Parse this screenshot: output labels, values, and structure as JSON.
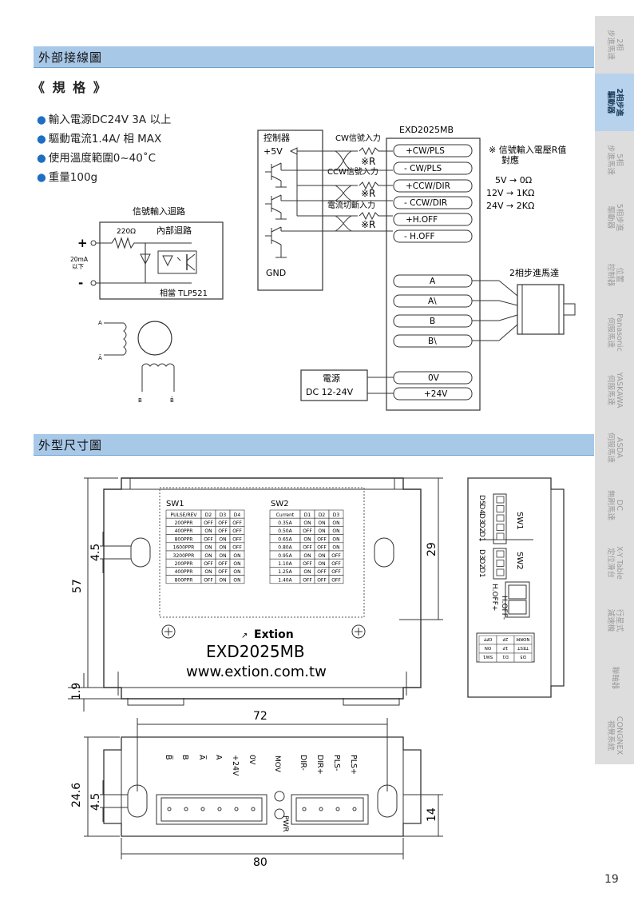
{
  "sidebar": {
    "tabs": [
      {
        "label": "2相\n步進馬達"
      },
      {
        "label": "2相步進\n驅動器"
      },
      {
        "label": "5相\n步進馬達"
      },
      {
        "label": "5相步進\n驅動器"
      },
      {
        "label": "位置\n控制器"
      },
      {
        "label": "Panasonic\n伺服馬達"
      },
      {
        "label": "YASKAWA\n伺服馬達"
      },
      {
        "label": "ASDA\n伺服馬達"
      },
      {
        "label": "DC\n無刷馬達"
      },
      {
        "label": "X-Y Table\n定位滑台"
      },
      {
        "label": "行星式\n減速機"
      },
      {
        "label": "聯軸器"
      },
      {
        "label": "CONGNEX\n視覺系統"
      }
    ]
  },
  "section1": {
    "title": "外部接線圖"
  },
  "specs": {
    "heading": "《 規 格 》",
    "items": [
      "輸入電源DC24V 3A 以上",
      "驅動電流1.4A/ 相 MAX",
      "使用溫度範圍0~40˚C",
      "重量100g"
    ]
  },
  "input_circuit": {
    "title": "信號輸入迴路",
    "resistor": "220Ω",
    "internal": "內部迴路",
    "current": "20mA",
    "current_sub": "以下",
    "plus": "+",
    "minus": "-",
    "equiv": "相當 TLP521"
  },
  "motor_symbol": {
    "a": "A",
    "abar": "Ā",
    "b": "B",
    "bbar": "B̄"
  },
  "wiring": {
    "controller": "控制器",
    "v5": "+5V",
    "gnd": "GND",
    "cw_in": "CW信號入力",
    "ccw_in": "CCW信號入力",
    "off_in": "電流切斷入力",
    "r_mark": "※R",
    "model": "EXD2025MB",
    "terminals": [
      "+CW/PLS",
      "- CW/PLS",
      "+CCW/DIR",
      "- CCW/DIR",
      "+H.OFF",
      "- H.OFF"
    ],
    "note1": "※ 信號輸入電壓R值",
    "note2": "對應",
    "r_values": [
      "5V → 0Ω",
      "12V → 1KΩ",
      "24V → 2KΩ"
    ],
    "motor_title": "2相步進馬達",
    "motor_terms": [
      "A",
      "A\\",
      "B",
      "B\\"
    ],
    "power_title": "電源",
    "power_sub": "DC 12-24V",
    "power_terms": [
      "0V",
      "+24V"
    ]
  },
  "section2": {
    "title": "外型尺寸圖"
  },
  "dims": {
    "front": {
      "sw1_title": "SW1",
      "sw1_header": [
        "PULSE/REV",
        "D2",
        "D3",
        "D4"
      ],
      "sw1_rows": [
        [
          "200PPR",
          "OFF",
          "OFF",
          "OFF"
        ],
        [
          "400PPR",
          "ON",
          "OFF",
          "OFF"
        ],
        [
          "800PPR",
          "OFF",
          "ON",
          "OFF"
        ],
        [
          "1600PPR",
          "ON",
          "ON",
          "OFF"
        ],
        [
          "3200PPR",
          "ON",
          "ON",
          "ON"
        ],
        [
          "200PPR",
          "OFF",
          "OFF",
          "ON"
        ],
        [
          "400PPR",
          "ON",
          "OFF",
          "ON"
        ],
        [
          "800PPR",
          "OFF",
          "ON",
          "ON"
        ]
      ],
      "sw2_title": "SW2",
      "sw2_header": [
        "Current",
        "D1",
        "D2",
        "D3"
      ],
      "sw2_rows": [
        [
          "0.35A",
          "ON",
          "ON",
          "ON"
        ],
        [
          "0.50A",
          "OFF",
          "ON",
          "ON"
        ],
        [
          "0.65A",
          "ON",
          "OFF",
          "ON"
        ],
        [
          "0.80A",
          "OFF",
          "OFF",
          "ON"
        ],
        [
          "0.95A",
          "ON",
          "ON",
          "OFF"
        ],
        [
          "1.10A",
          "OFF",
          "ON",
          "OFF"
        ],
        [
          "1.25A",
          "ON",
          "OFF",
          "OFF"
        ],
        [
          "1.40A",
          "OFF",
          "OFF",
          "OFF"
        ]
      ],
      "brand": "Extion",
      "model": "EXD2025MB",
      "url": "www.extion.com.tw",
      "d57": "57",
      "d45": "4.5",
      "d29": "29",
      "d19": "1.9"
    },
    "side": {
      "sw1": "SW1",
      "sw2": "SW2",
      "sw1_bits": [
        "D5",
        "D4",
        "D3",
        "D2",
        "D1"
      ],
      "sw2_bits": [
        "D3",
        "D2",
        "D1"
      ],
      "hoff_plus": "H.OFF+",
      "hoff_minus": "H.OFF-",
      "legend": [
        [
          "OFF",
          "2P",
          "NORM"
        ],
        [
          "ON",
          "1P",
          "TEST"
        ],
        [
          "SW1",
          "D1",
          "D5"
        ]
      ]
    },
    "bottom": {
      "d72": "72",
      "d80": "80",
      "d246": "24.6",
      "d45": "4.5",
      "d14": "14",
      "left_pins": [
        "B̅",
        "B",
        "A̅",
        "A",
        "+24V",
        "0V"
      ],
      "mov": "MOV",
      "pwr": "PWR",
      "right_pins": [
        "DIR-",
        "DIR+",
        "PLS-",
        "PLS+"
      ]
    }
  },
  "page_number": "19"
}
